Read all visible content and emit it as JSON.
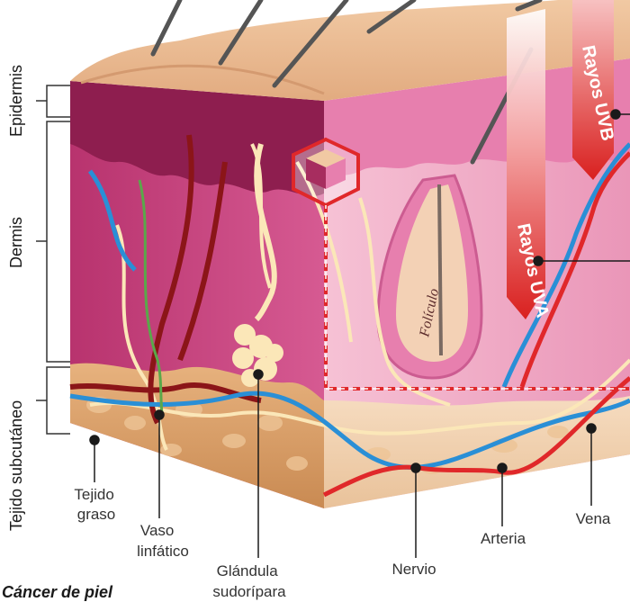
{
  "layers": {
    "epidermis": "Epidermis",
    "dermis": "Dermis",
    "subcutaneous": "Tejido subcutáneo"
  },
  "rays": {
    "uva": "Rayos UVA",
    "uvb": "Rayos UVB"
  },
  "follicle": "Folículo",
  "labels": {
    "fat_tissue": [
      "Tejido",
      "graso"
    ],
    "lymph_vessel": [
      "Vaso",
      "linfático"
    ],
    "sweat_gland": [
      "Glándula",
      "sudorípara"
    ],
    "nerve": "Nervio",
    "artery": "Arteria",
    "vein": "Vena"
  },
  "footer_title": "Cáncer de piel",
  "colors": {
    "epidermis_top": "#e8b88f",
    "dermis": "#c2457f",
    "dermis_light": "#f2b3cc",
    "fat": "#d99a62",
    "artery": "#e0282a",
    "vein": "#2a8fd6",
    "nerve": "#fbe7b8",
    "lymph": "#5aa84a",
    "ray": "#e0282a",
    "highlight": "#e0282a"
  }
}
